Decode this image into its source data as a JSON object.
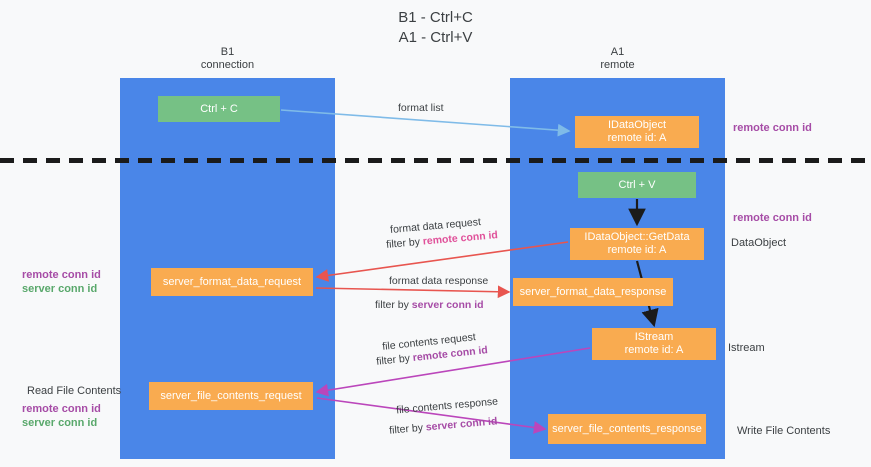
{
  "title": "B1 - Ctrl+C\nA1 - Ctrl+V",
  "lanes": [
    {
      "id": "b1",
      "label": "B1\nconnection"
    },
    {
      "id": "a1",
      "label": "A1\nremote"
    }
  ],
  "boxes": {
    "ctrl_c": "Ctrl + C",
    "idataobject": "IDataObject\nremote id: A",
    "ctrl_v": "Ctrl + V",
    "getdata": "IDataObject::GetData\nremote id: A",
    "server_format_data_request": "server_format_data_request",
    "server_format_data_response": "server_format_data_response",
    "istream": "IStream\nremote id: A",
    "server_file_contents_request": "server_file_contents_request",
    "server_file_contents_response": "server_file_contents_response"
  },
  "arrow_labels": {
    "format_list": "format list",
    "format_data_request": "format data request",
    "format_data_request_filter_prefix": "filter by ",
    "format_data_request_filter_key": "remote conn id",
    "format_data_response": "format data response",
    "format_data_response_filter_prefix": "filter by ",
    "format_data_response_filter_key": "server conn id",
    "file_contents_request": "file contents request",
    "file_contents_request_filter_prefix": "filter by ",
    "file_contents_request_filter_key": "remote conn id",
    "file_contents_response": "file contents response",
    "file_contents_response_filter_prefix": "filter by ",
    "file_contents_response_filter_key": "server conn id"
  },
  "annotations": {
    "remote_conn_id_top": "remote conn id",
    "remote_conn_id_mid": "remote conn id",
    "dataobject": "DataObject",
    "istream": "Istream",
    "left_remote_conn_id_1": "remote conn id",
    "left_server_conn_id_1": "server conn id",
    "read_file_contents": "Read File Contents",
    "left_remote_conn_id_2": "remote conn id",
    "left_server_conn_id_2": "server conn id",
    "write_file_contents": "Write File Contents"
  },
  "colors": {
    "lane": "#4a86e8",
    "green_box": "#76c185",
    "orange_box": "#f9ab50",
    "purple_text": "#a64ca6",
    "green_text": "#59a86b",
    "pink_arrow": "#e8554f",
    "magenta_arrow": "#bb46bb",
    "blue_arrow": "#7fbbe8",
    "divider": "#1b1b1b"
  }
}
